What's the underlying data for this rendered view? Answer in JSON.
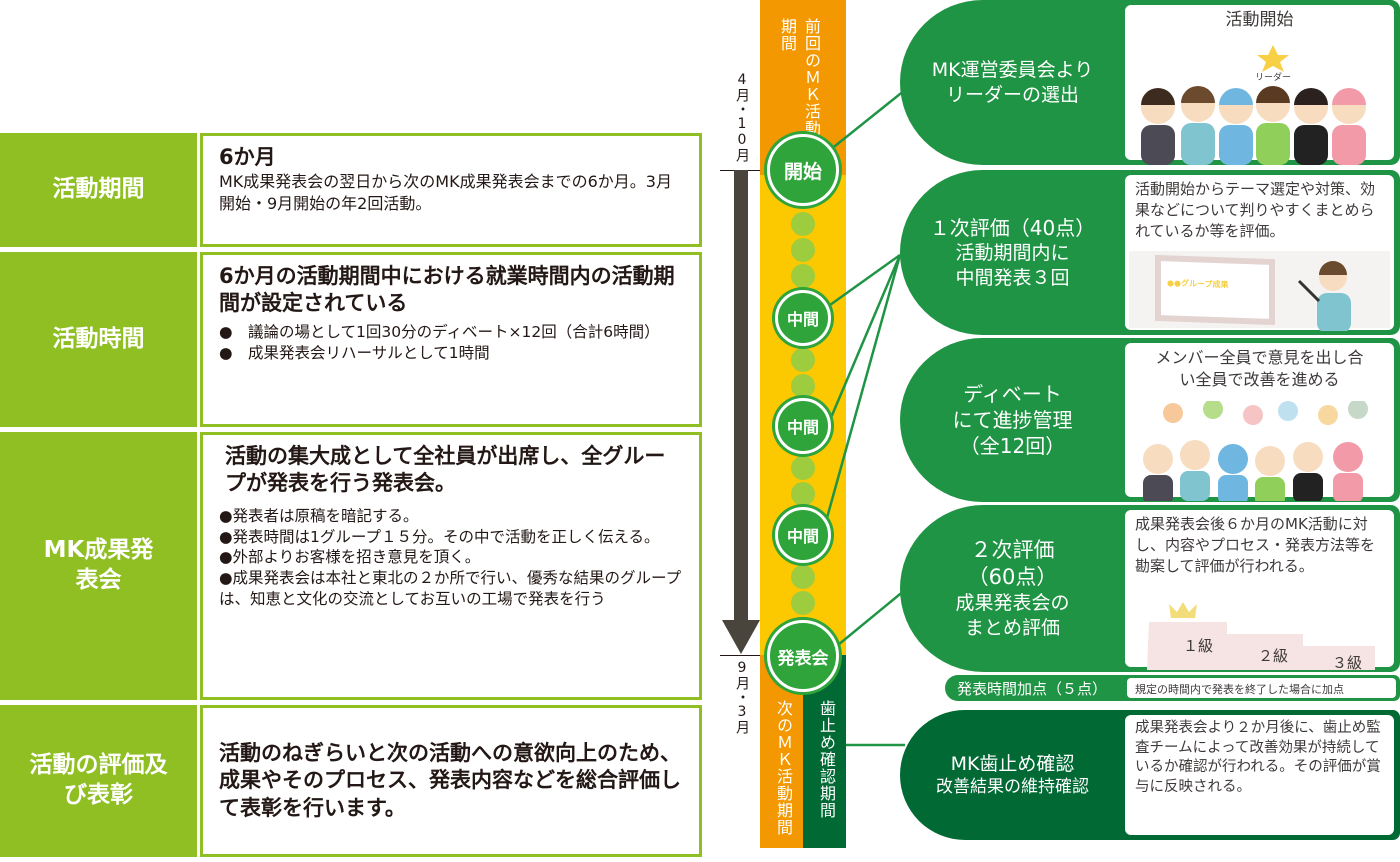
{
  "left_rows": [
    {
      "label": "活動期間",
      "heading": "6か月",
      "text": "MK成果発表会の翌日から次のMK成果発表会までの6か月。3月開始・9月開始の年2回活動。"
    },
    {
      "label": "活動時間",
      "heading": "6か月の活動期間中における就業時間内の活動期間が設定されている",
      "bullets": [
        "●　議論の場として1回30分のディベート×12回（合計6時間）",
        "●　成果発表会リハーサルとして1時間"
      ]
    },
    {
      "label": "MK成果発表会",
      "heading": "活動の集大成として全社員が出席し、全グループが発表を行う発表会。",
      "bullets": [
        "●発表者は原稿を暗記する。",
        "●発表時間は1グループ１５分。その中で活動を正しく伝える。",
        "●外部よりお客様を招き意見を頂く。",
        "●成果発表会は本社と東北の２か所で行い、優秀な結果のグループは、知恵と文化の交流としてお互いの工場で発表を行う"
      ]
    },
    {
      "label": "活動の評価及び表彰",
      "heading": "活動のねぎらいと次の活動への意欲向上のため、成果やそのプロセス、発表内容などを総合評価して表彰を行います。"
    }
  ],
  "timeline": {
    "start_month": "4月・10月",
    "end_month": "9月・3月",
    "prev_period": "前回のＭＫ活動期間",
    "next_period": "次のＭＫ活動期間",
    "check_period": "歯止め確認期間",
    "nodes": [
      "開始",
      "中間",
      "中間",
      "中間",
      "発表会"
    ],
    "colors": {
      "orange": "#f39800",
      "yellow": "#fcc800",
      "green": "#2ea43a",
      "dark_green": "#006934",
      "lime": "#8fbf22"
    }
  },
  "right": [
    {
      "title": [
        "MK運営委員会より",
        "リーダーの選出"
      ],
      "box_title": "活動開始",
      "leader_tag": "リーダー"
    },
    {
      "title": [
        "１次評価（40点）",
        "活動期間内に",
        "中間発表３回"
      ],
      "box_text": "活動開始からテーマ選定や対策、効果などについて判りやすくまとめられているか等を評価。",
      "slide_text": "●●グループ成果"
    },
    {
      "title": [
        "ディベート",
        "にて進捗管理",
        "（全12回）"
      ],
      "box_text": "メンバー全員で意見を出し合い全員で改善を進める"
    },
    {
      "title": [
        "２次評価",
        "（60点）",
        "成果発表会の",
        "まとめ評価"
      ],
      "box_text": "成果発表会後６か月のMK活動に対し、内容やプロセス・発表方法等を勘案して評価が行われる。",
      "ranks": [
        "１級",
        "２級",
        "３級"
      ]
    },
    {
      "title": [
        "MK歯止め確認",
        "改善結果の維持確認"
      ],
      "box_text": "成果発表会より２か月後に、歯止め監査チームによって改善効果が持続しているか確認が行われる。その評価が賞与に反映される。"
    }
  ],
  "bonus": {
    "label": "発表時間加点（５点）",
    "text": "規定の時間内で発表を終了した場合に加点"
  }
}
